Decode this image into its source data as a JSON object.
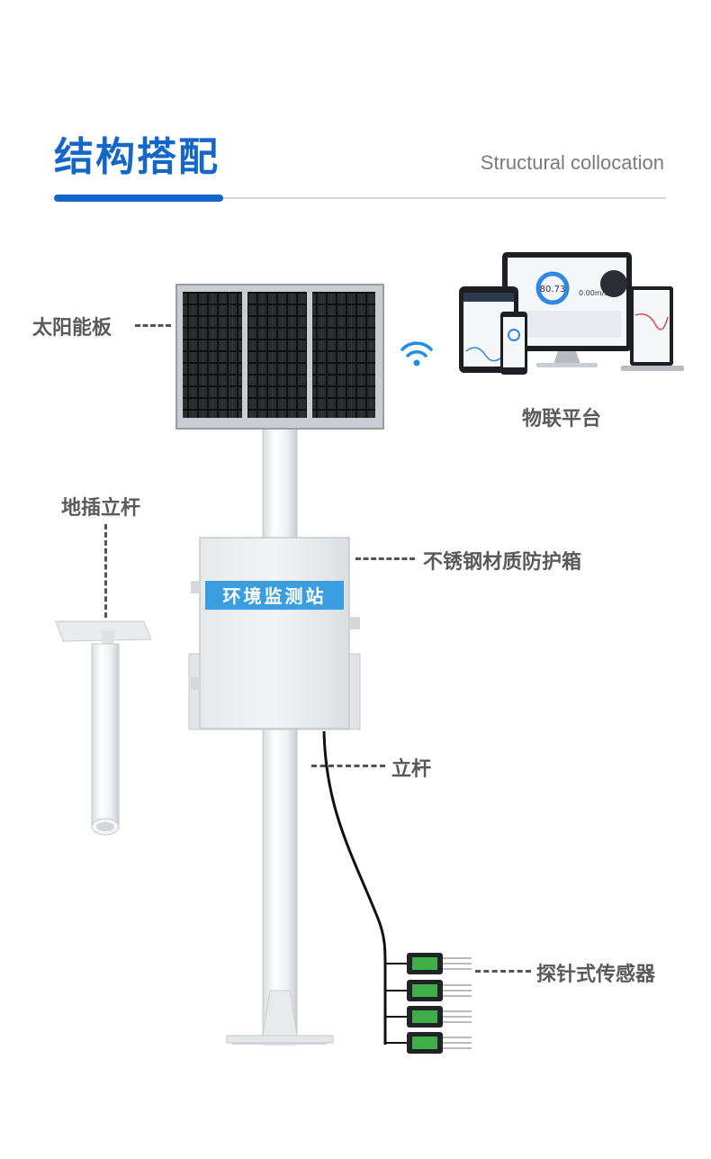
{
  "header": {
    "title_cn": "结构搭配",
    "title_en": "Structural collocation"
  },
  "labels": {
    "solar_panel": "太阳能板",
    "iot_platform": "物联平台",
    "ground_pole": "地插立杆",
    "enclosure": "不锈钢材质防护箱",
    "pole": "立杆",
    "probe_sensor": "探针式传感器"
  },
  "device": {
    "box_label": "环境监测站"
  },
  "screens": {
    "gauge_value": "80.73",
    "wind_value": "0.00m/s"
  },
  "colors": {
    "accent": "#1466c8",
    "box_tag": "#3a9ee0",
    "sensor_screen": "#3fae49"
  }
}
